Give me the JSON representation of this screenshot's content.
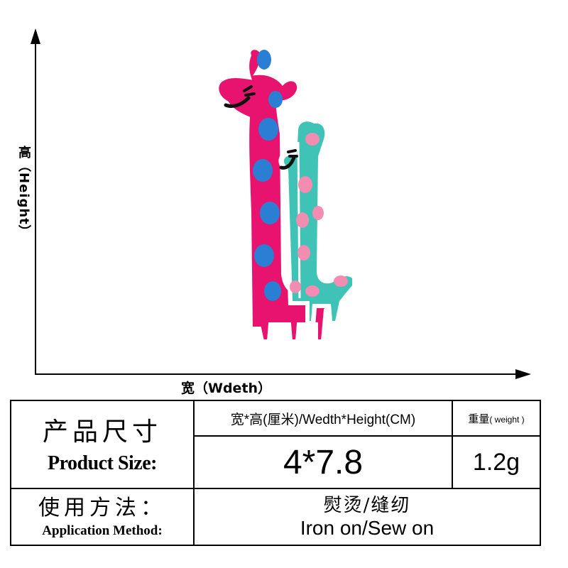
{
  "axes": {
    "y_label": "高（Height）",
    "x_label": "宽（Wdeth）"
  },
  "product_image": {
    "subject": "giraffe-patch",
    "colors": {
      "magenta": "#e8136f",
      "teal": "#3fc3b6",
      "blue": "#2a7fd4",
      "pink": "#f28cb0",
      "outline": "#ffffff",
      "black": "#111111"
    }
  },
  "spec_table": {
    "product_size_zh": "产品尺寸",
    "product_size_en": "Product Size:",
    "dimension_header": "宽*高(厘米)/Wedth*Height(CM)",
    "weight_header_zh": "重量",
    "weight_header_en": "( weight )",
    "dimension_value": "4*7.8",
    "weight_value": "1.2g",
    "application_method_zh": "使用方法：",
    "application_method_en": "Application Method:",
    "application_value_zh": "熨烫/缝纫",
    "application_value_en": "Iron on/Sew on"
  }
}
